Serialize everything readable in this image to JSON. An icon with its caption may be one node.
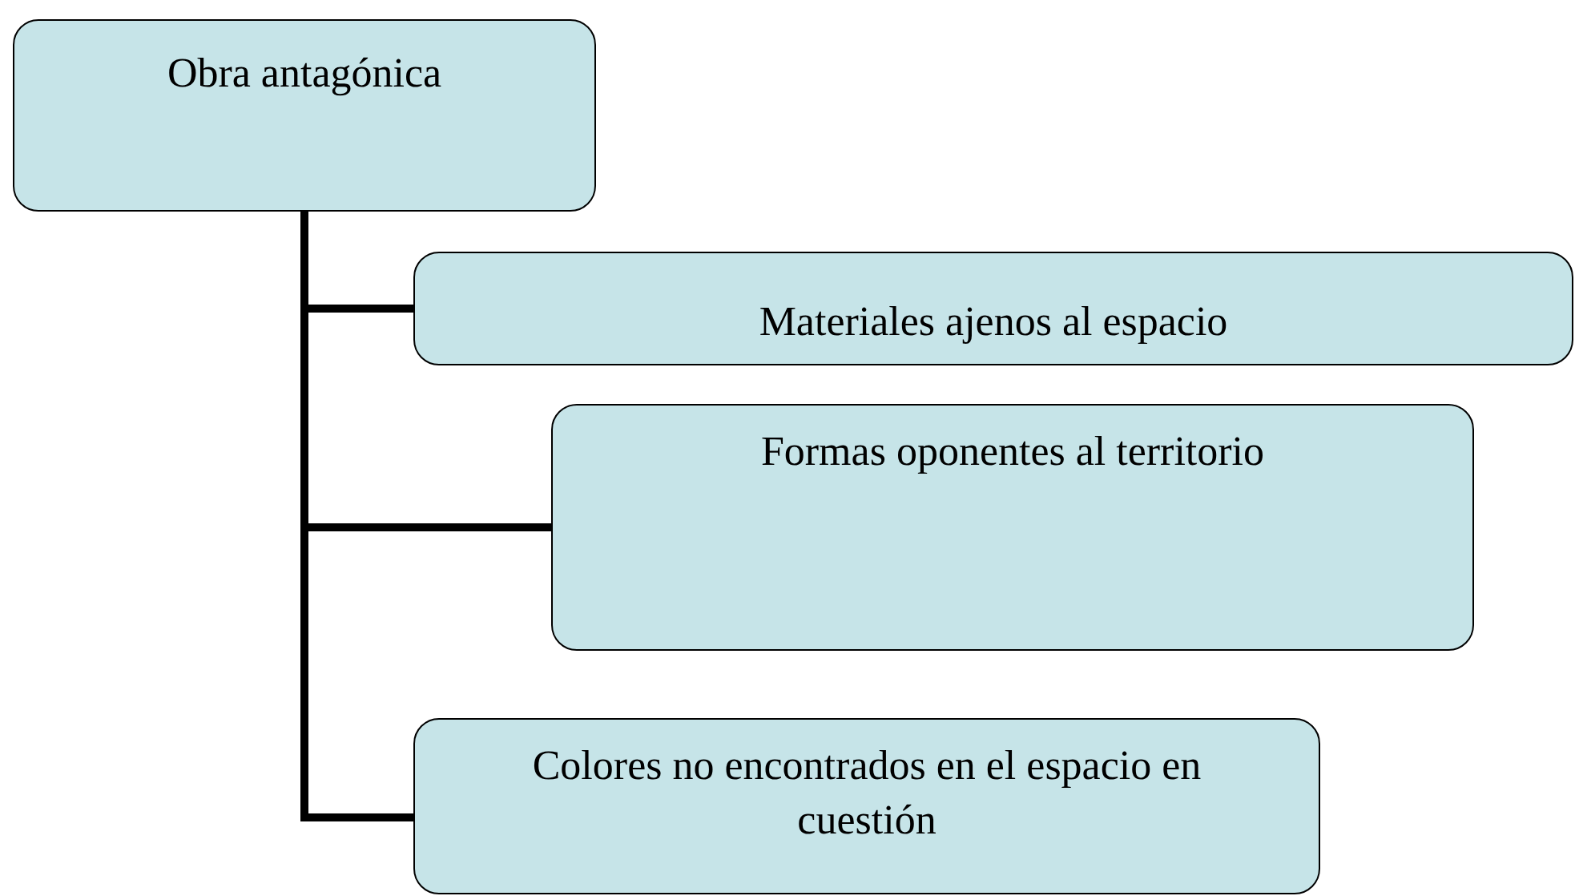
{
  "diagram": {
    "nodes": [
      {
        "text": [
          "Obra antagónica"
        ]
      },
      {
        "text": [
          "Materiales ajenos al espacio"
        ]
      },
      {
        "text": [
          "Formas oponentes al territorio"
        ]
      },
      {
        "text": [
          "Colores no encontrados en el espacio en cuestión"
        ]
      }
    ],
    "edges": [
      {
        "from": 0,
        "to": 1,
        "arrow": "none"
      },
      {
        "from": 0,
        "to": 2,
        "arrow": "none"
      },
      {
        "from": 0,
        "to": 3,
        "arrow": "none"
      }
    ]
  }
}
